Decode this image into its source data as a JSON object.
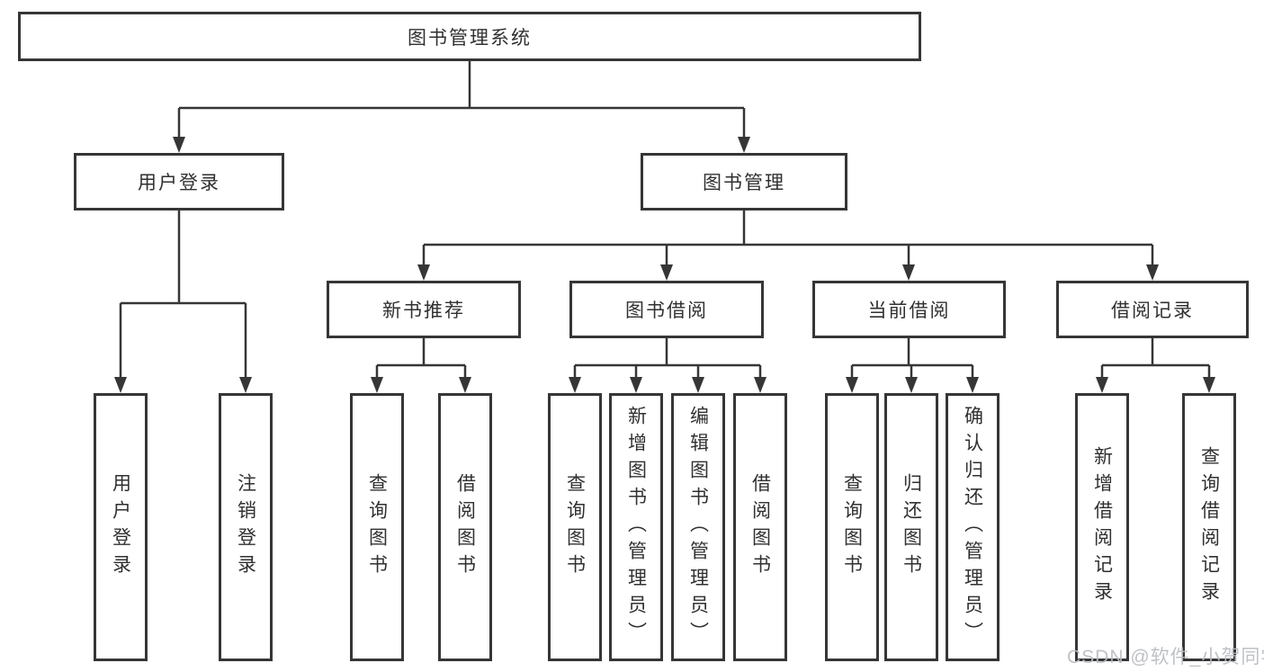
{
  "colors": {
    "line": "#363636",
    "box_border": "#363636",
    "box_fill": "#ffffff",
    "text": "#303030",
    "watermark": "#b9bcc2",
    "background": "#ffffff"
  },
  "watermark": "CSDN @软件_小贺同学",
  "tree": {
    "root": {
      "label": "图书管理系统"
    },
    "branches": [
      {
        "label": "用户登录",
        "children": [
          "用户登录",
          "注销登录"
        ]
      },
      {
        "label": "图书管理",
        "children": [
          {
            "label": "新书推荐",
            "children": [
              "查询图书",
              "借阅图书"
            ]
          },
          {
            "label": "图书借阅",
            "children": [
              "查询图书",
              "新增图书（管理员）",
              "编辑图书（管理员）",
              "借阅图书"
            ]
          },
          {
            "label": "当前借阅",
            "children": [
              "查询图书",
              "归还图书",
              "确认归还（管理员）"
            ]
          },
          {
            "label": "借阅记录",
            "children": [
              "新增借阅记录",
              "查询借阅记录"
            ]
          }
        ]
      }
    ]
  }
}
